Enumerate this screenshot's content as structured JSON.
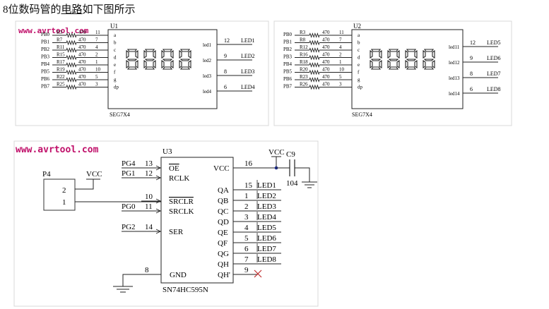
{
  "heading": {
    "pre": "8位数码管的",
    "link": "电路",
    "post": "如下图所示"
  },
  "watermark": "www.avrtool.com",
  "resistor_value": "470",
  "segments": [
    "a",
    "b",
    "c",
    "d",
    "e",
    "f",
    "g",
    "dp"
  ],
  "u1": {
    "ref": "U1",
    "part": "SEG7X4",
    "port_labels": [
      "PB0",
      "PB1",
      "PB2",
      "PB3",
      "PB4",
      "PB5",
      "PB6",
      "PB7"
    ],
    "resistors": [
      "R3",
      "R7",
      "R11",
      "R15",
      "R17",
      "R19",
      "R22",
      "R25"
    ],
    "pin_numbers": [
      "11",
      "7",
      "4",
      "2",
      "1",
      "10",
      "5",
      "3"
    ],
    "digits": [
      {
        "pin": "led1",
        "num": "12",
        "net": "LED1"
      },
      {
        "pin": "led2",
        "num": "9",
        "net": "LED2"
      },
      {
        "pin": "led3",
        "num": "8",
        "net": "LED3"
      },
      {
        "pin": "led4",
        "num": "6",
        "net": "LED4"
      }
    ]
  },
  "u2": {
    "ref": "U2",
    "part": "SEG7X4",
    "port_labels": [
      "PB0",
      "PB1",
      "PB2",
      "PB3",
      "PB4",
      "PB5",
      "PB6",
      "PB7"
    ],
    "resistors": [
      "R3",
      "R8",
      "R12",
      "R16",
      "R18",
      "R20",
      "R23",
      "R26"
    ],
    "pin_numbers": [
      "11",
      "7",
      "4",
      "2",
      "1",
      "10",
      "5",
      "3"
    ],
    "digits": [
      {
        "pin": "led11",
        "num": "12",
        "net": "LED5"
      },
      {
        "pin": "led12",
        "num": "9",
        "net": "LED6"
      },
      {
        "pin": "led13",
        "num": "8",
        "net": "LED7"
      },
      {
        "pin": "led14",
        "num": "6",
        "net": "LED8"
      }
    ]
  },
  "u3": {
    "ref": "U3",
    "part": "SN74HC595N",
    "left_pins": [
      {
        "name": "OE",
        "num": "13",
        "net": "PG4",
        "overbar": true
      },
      {
        "name": "RCLK",
        "num": "12",
        "net": "PG1",
        "overbar": false
      },
      {
        "name": "SRCLR",
        "num": "10",
        "net": "",
        "overbar": true
      },
      {
        "name": "SRCLK",
        "num": "11",
        "net": "PG0",
        "overbar": false
      },
      {
        "name": "SER",
        "num": "14",
        "net": "PG2",
        "overbar": false
      },
      {
        "name": "GND",
        "num": "8",
        "net": "",
        "overbar": false
      }
    ],
    "right_pins": [
      {
        "name": "VCC",
        "num": "16",
        "net": ""
      },
      {
        "name": "QA",
        "num": "15",
        "net": "LED1"
      },
      {
        "name": "QB",
        "num": "1",
        "net": "LED2"
      },
      {
        "name": "QC",
        "num": "2",
        "net": "LED3"
      },
      {
        "name": "QD",
        "num": "3",
        "net": "LED4"
      },
      {
        "name": "QE",
        "num": "4",
        "net": "LED5"
      },
      {
        "name": "QF",
        "num": "5",
        "net": "LED6"
      },
      {
        "name": "QG",
        "num": "6",
        "net": "LED7"
      },
      {
        "name": "QH",
        "num": "7",
        "net": "LED8"
      },
      {
        "name": "QH'",
        "num": "9",
        "net": ""
      }
    ]
  },
  "p4": {
    "ref": "P4",
    "pins": [
      "2",
      "1"
    ]
  },
  "vcc_label": "VCC",
  "capacitor": {
    "ref": "C9",
    "value": "104"
  }
}
